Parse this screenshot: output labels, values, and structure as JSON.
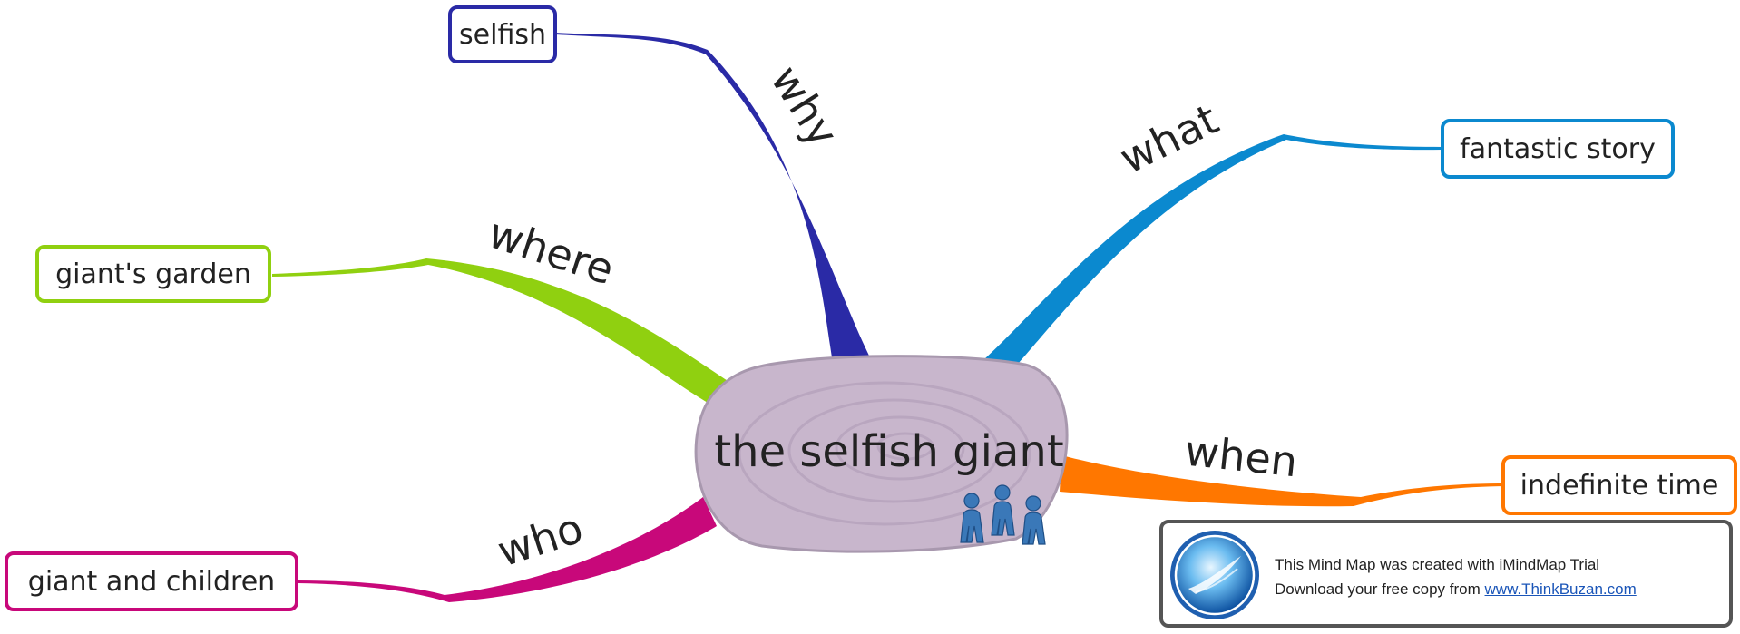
{
  "central": {
    "title": "the selfish giant"
  },
  "branches": [
    {
      "id": "why",
      "label": "why",
      "topic": "selfish",
      "color": "#2a2aa6"
    },
    {
      "id": "what",
      "label": "what",
      "topic": "fantastic story",
      "color": "#0b89cf"
    },
    {
      "id": "where",
      "label": "where",
      "topic": "giant's garden",
      "color": "#90d010"
    },
    {
      "id": "when",
      "label": "when",
      "topic": "indefinite time",
      "color": "#ff7700"
    },
    {
      "id": "who",
      "label": "who",
      "topic": "giant and children",
      "color": "#c8087a"
    }
  ],
  "central_style": {
    "fill": "#c8b6cc",
    "stroke": "#a898ae",
    "icon": "people-icon",
    "icon_color": "#3a78b8"
  },
  "promo": {
    "line1": "This Mind Map was created with iMindMap Trial",
    "line2_prefix": "Download your free copy from",
    "link": "www.ThinkBuzan.com",
    "logo": "imindmap-logo-icon"
  }
}
